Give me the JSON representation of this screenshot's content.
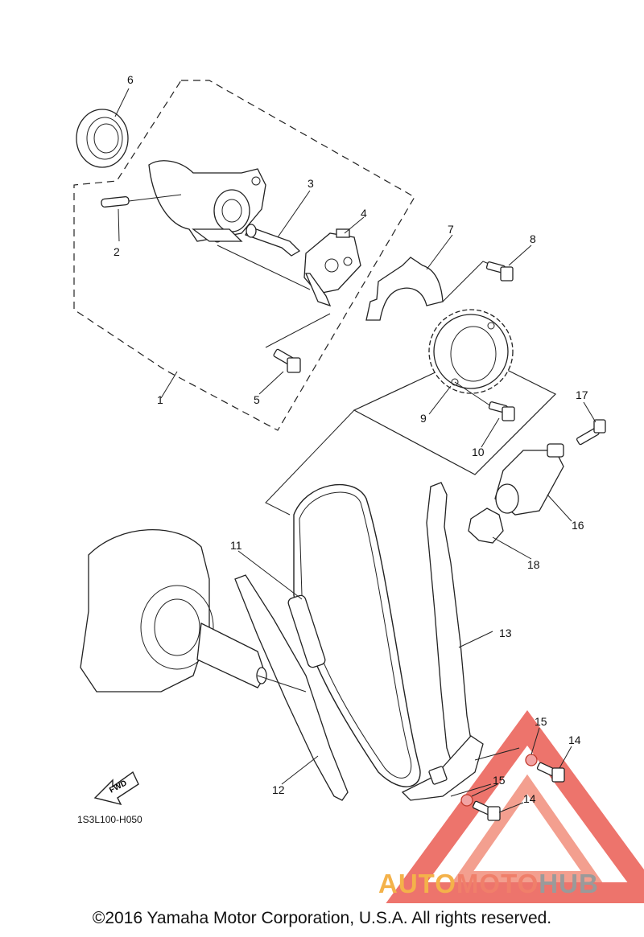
{
  "callouts": [
    "1",
    "2",
    "3",
    "4",
    "5",
    "6",
    "7",
    "8",
    "9",
    "10",
    "11",
    "12",
    "13",
    "14",
    "14",
    "15",
    "15",
    "16",
    "17",
    "18"
  ],
  "fwd_label": "FWD",
  "diagram_code": "1S3L100-H050",
  "copyright": "©2016 Yamaha Motor Corporation, U.S.A. All rights reserved.",
  "watermark": {
    "part1": "AUTO",
    "part2": "MOTO",
    "part3": "HUB"
  },
  "colors": {
    "watermark_red": "#e8463c",
    "watermark_orange": "#f4b24a",
    "watermark_gray": "#9a9a9a"
  }
}
